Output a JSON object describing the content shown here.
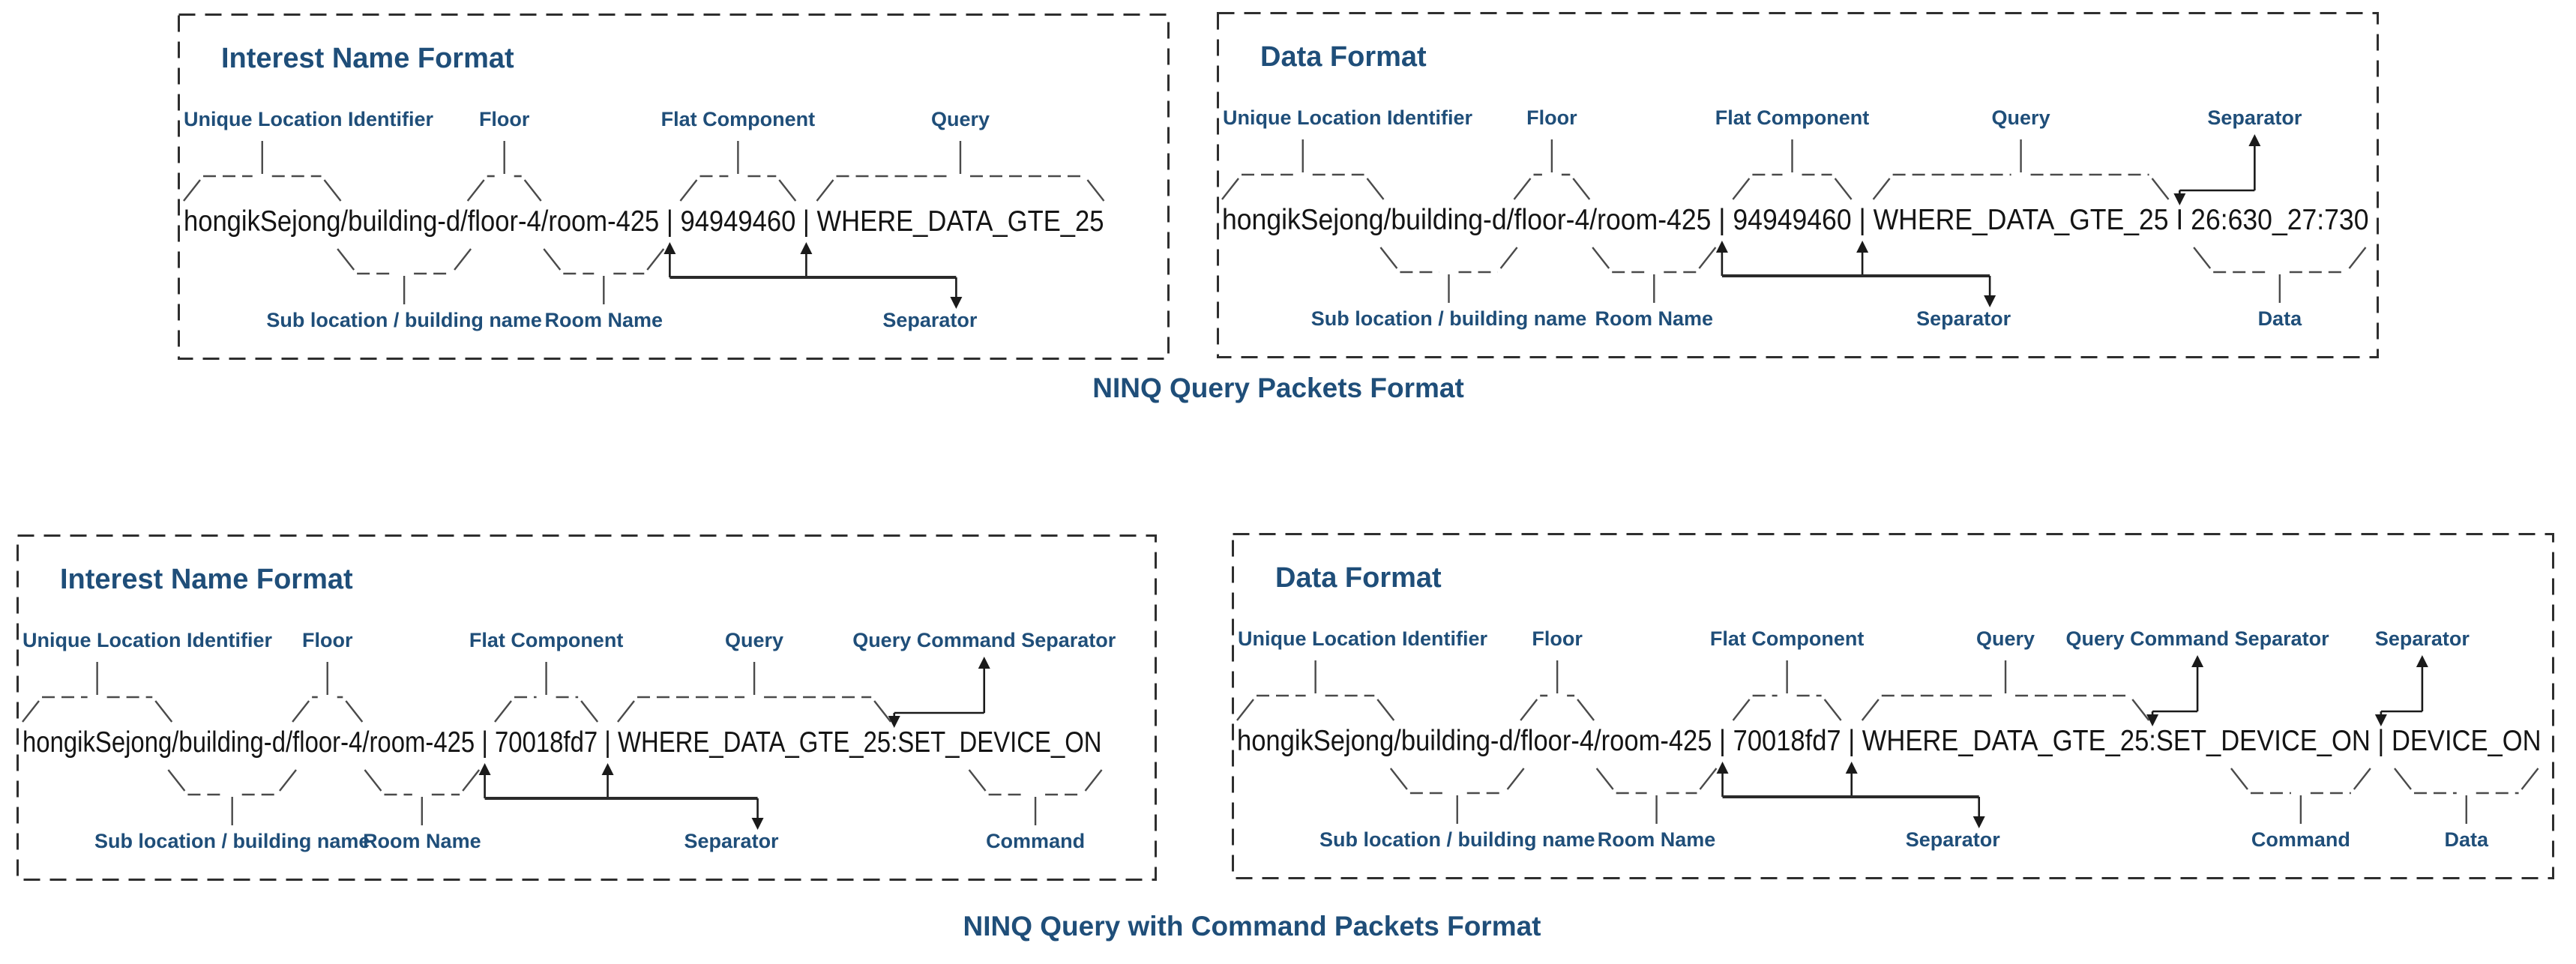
{
  "colors": {
    "accent": "#1f4e79",
    "text": "#141414",
    "line": "#4a4a4a"
  },
  "captions": {
    "row1": "NINQ Query Packets Format",
    "row2": "NINQ Query with Command Packets Format"
  },
  "panels": [
    {
      "title": "Interest Name Format",
      "top_labels": [
        "Unique Location Identifier",
        "Floor",
        "Flat Component",
        "Query"
      ],
      "packet_segments": [
        "hongikSejong",
        "/",
        "building-d",
        "/",
        "floor-4",
        "/",
        "room-425",
        " | ",
        "94949460",
        " | ",
        "WHERE_DATA_GTE_25"
      ],
      "bottom_labels": [
        "Sub location / building name",
        "Room Name",
        "Separator"
      ]
    },
    {
      "title": "Data Format",
      "top_labels": [
        "Unique Location Identifier",
        "Floor",
        "Flat Component",
        "Query",
        "Separator"
      ],
      "packet_segments": [
        "hongikSejong",
        "/",
        "building-d",
        "/",
        "floor-4",
        "/",
        "room-425",
        " | ",
        "94949460",
        " | ",
        "WHERE_DATA_GTE_25",
        " I ",
        "26:630_27:730"
      ],
      "bottom_labels": [
        "Sub location / building name",
        "Room Name",
        "Separator",
        "Data"
      ]
    },
    {
      "title": "Interest Name Format",
      "top_labels": [
        "Unique Location Identifier",
        "Floor",
        "Flat Component",
        "Query",
        "Query Command Separator"
      ],
      "packet_segments": [
        "hongikSejong",
        "/",
        "building-d",
        "/",
        "floor-4",
        "/",
        "room-425",
        " | ",
        "70018fd7",
        " | ",
        "WHERE_DATA_GTE_25",
        ":",
        "SET_DEVICE_ON"
      ],
      "bottom_labels": [
        "Sub location / building name",
        "Room Name",
        "Separator",
        "Command"
      ]
    },
    {
      "title": "Data Format",
      "top_labels": [
        "Unique Location Identifier",
        "Floor",
        "Flat Component",
        "Query",
        "Query Command Separator",
        "Separator"
      ],
      "packet_segments": [
        "hongikSejong",
        "/",
        "building-d",
        "/",
        "floor-4",
        "/",
        "room-425",
        " | ",
        "70018fd7",
        " | ",
        "WHERE_DATA_GTE_25",
        ":",
        "SET_DEVICE_ON",
        " | ",
        "DEVICE_ON"
      ],
      "bottom_labels": [
        "Sub location / building name",
        "Room Name",
        "Separator",
        "Command",
        "Data"
      ]
    }
  ]
}
